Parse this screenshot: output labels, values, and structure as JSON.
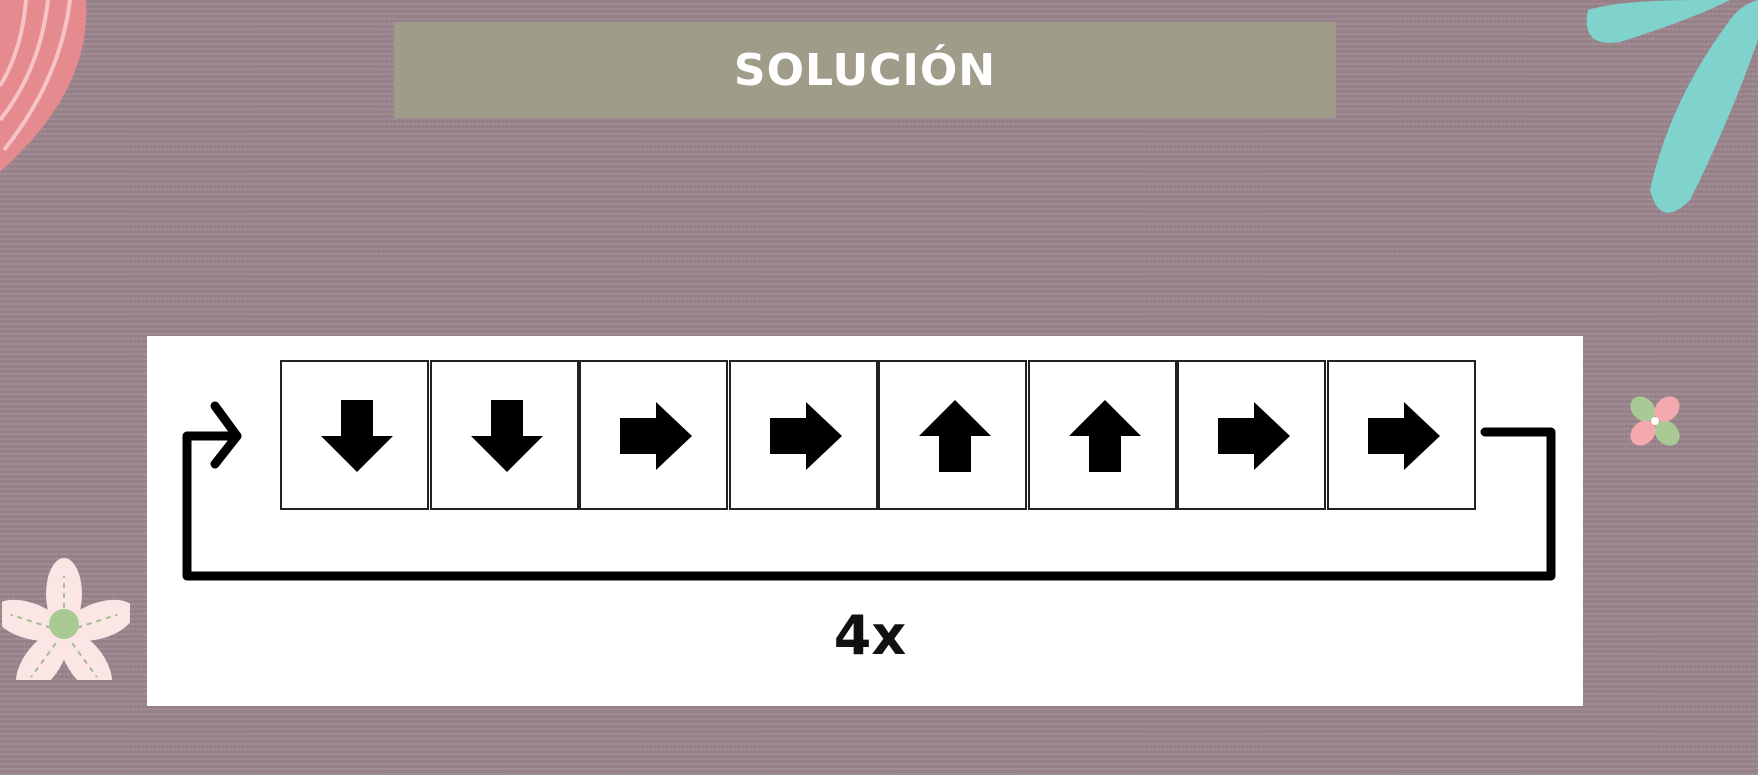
{
  "slide": {
    "title": "SOLUCIÓN"
  },
  "sequence": {
    "cells": [
      {
        "direction": "down",
        "icon": "arrow-down-icon"
      },
      {
        "direction": "down",
        "icon": "arrow-down-icon"
      },
      {
        "direction": "right",
        "icon": "arrow-right-icon"
      },
      {
        "direction": "right",
        "icon": "arrow-right-icon"
      },
      {
        "direction": "up",
        "icon": "arrow-up-icon"
      },
      {
        "direction": "up",
        "icon": "arrow-up-icon"
      },
      {
        "direction": "right",
        "icon": "arrow-right-icon"
      },
      {
        "direction": "right",
        "icon": "arrow-right-icon"
      }
    ],
    "repeat_label": "4x",
    "loop_icon": "loop-arrow-icon"
  },
  "decorations": [
    "pink-leaf-icon",
    "teal-leaf-icon",
    "flower-icon",
    "small-flower-icon"
  ],
  "colors": {
    "background": "#9d8790",
    "title_bar": "#9f9d8a",
    "title_text": "#ffffff",
    "arrows": "#000000"
  }
}
